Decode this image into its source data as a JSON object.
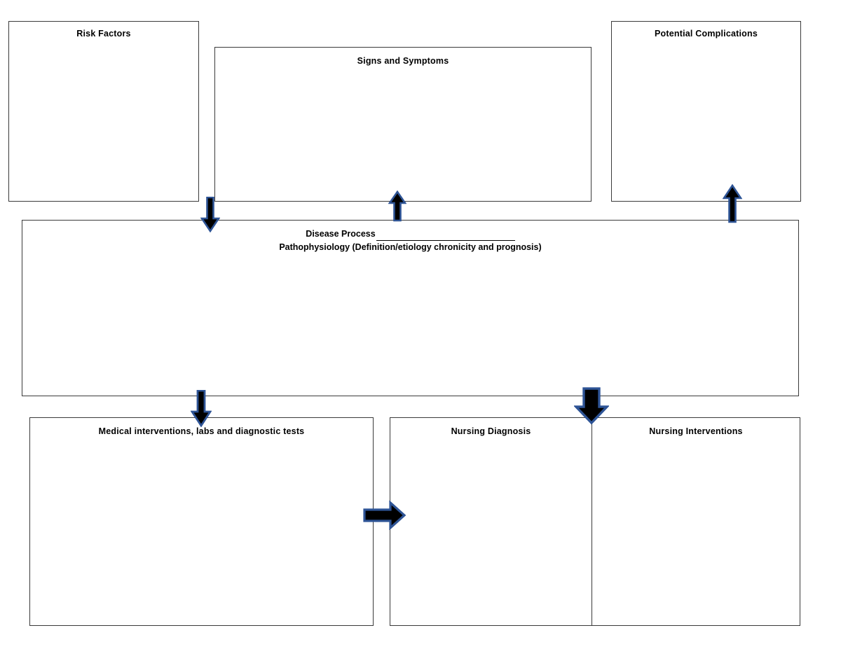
{
  "document": {
    "title": "Concept Map Template",
    "type": "nursing-concept-map",
    "background_color": "#ffffff",
    "box_border_color": "#3a3a3a",
    "arrow_fill_color": "#000000",
    "arrow_outline_color": "#2e5496",
    "text_color": "#000000"
  },
  "boxes": [
    {
      "id": "risk-factors",
      "label": "Risk Factors",
      "content": ""
    },
    {
      "id": "signs-symptoms",
      "label": "Signs and Symptoms",
      "content": ""
    },
    {
      "id": "potential-complications",
      "label": "Potential Complications",
      "content": ""
    },
    {
      "id": "medical-interventions",
      "label": "Medical interventions, labs and diagnostic tests",
      "content": ""
    },
    {
      "id": "nursing-diagnosis",
      "label": "Nursing Diagnosis",
      "content": ""
    },
    {
      "id": "nursing-interventions",
      "label": "Nursing Interventions",
      "content": ""
    }
  ],
  "center": {
    "heading_line1_prefix": "Disease Process",
    "heading_line1_blank": "________________________",
    "heading_line2": "Pathophysiology (Definition/etiology chronicity and prognosis)",
    "content": ""
  },
  "arrows": [
    {
      "id": "risk-to-disease",
      "direction": "down",
      "from": "risk-factors",
      "to": "disease-process"
    },
    {
      "id": "disease-to-signs",
      "direction": "up",
      "from": "disease-process",
      "to": "signs-symptoms"
    },
    {
      "id": "disease-to-complications",
      "direction": "up",
      "from": "disease-process",
      "to": "potential-complications"
    },
    {
      "id": "disease-to-medical",
      "direction": "down",
      "from": "disease-process",
      "to": "medical-interventions"
    },
    {
      "id": "disease-to-nursing",
      "direction": "down",
      "from": "disease-process",
      "to": "nursing-diagnosis"
    },
    {
      "id": "medical-to-nursing",
      "direction": "right",
      "from": "medical-interventions",
      "to": "nursing-diagnosis"
    }
  ]
}
